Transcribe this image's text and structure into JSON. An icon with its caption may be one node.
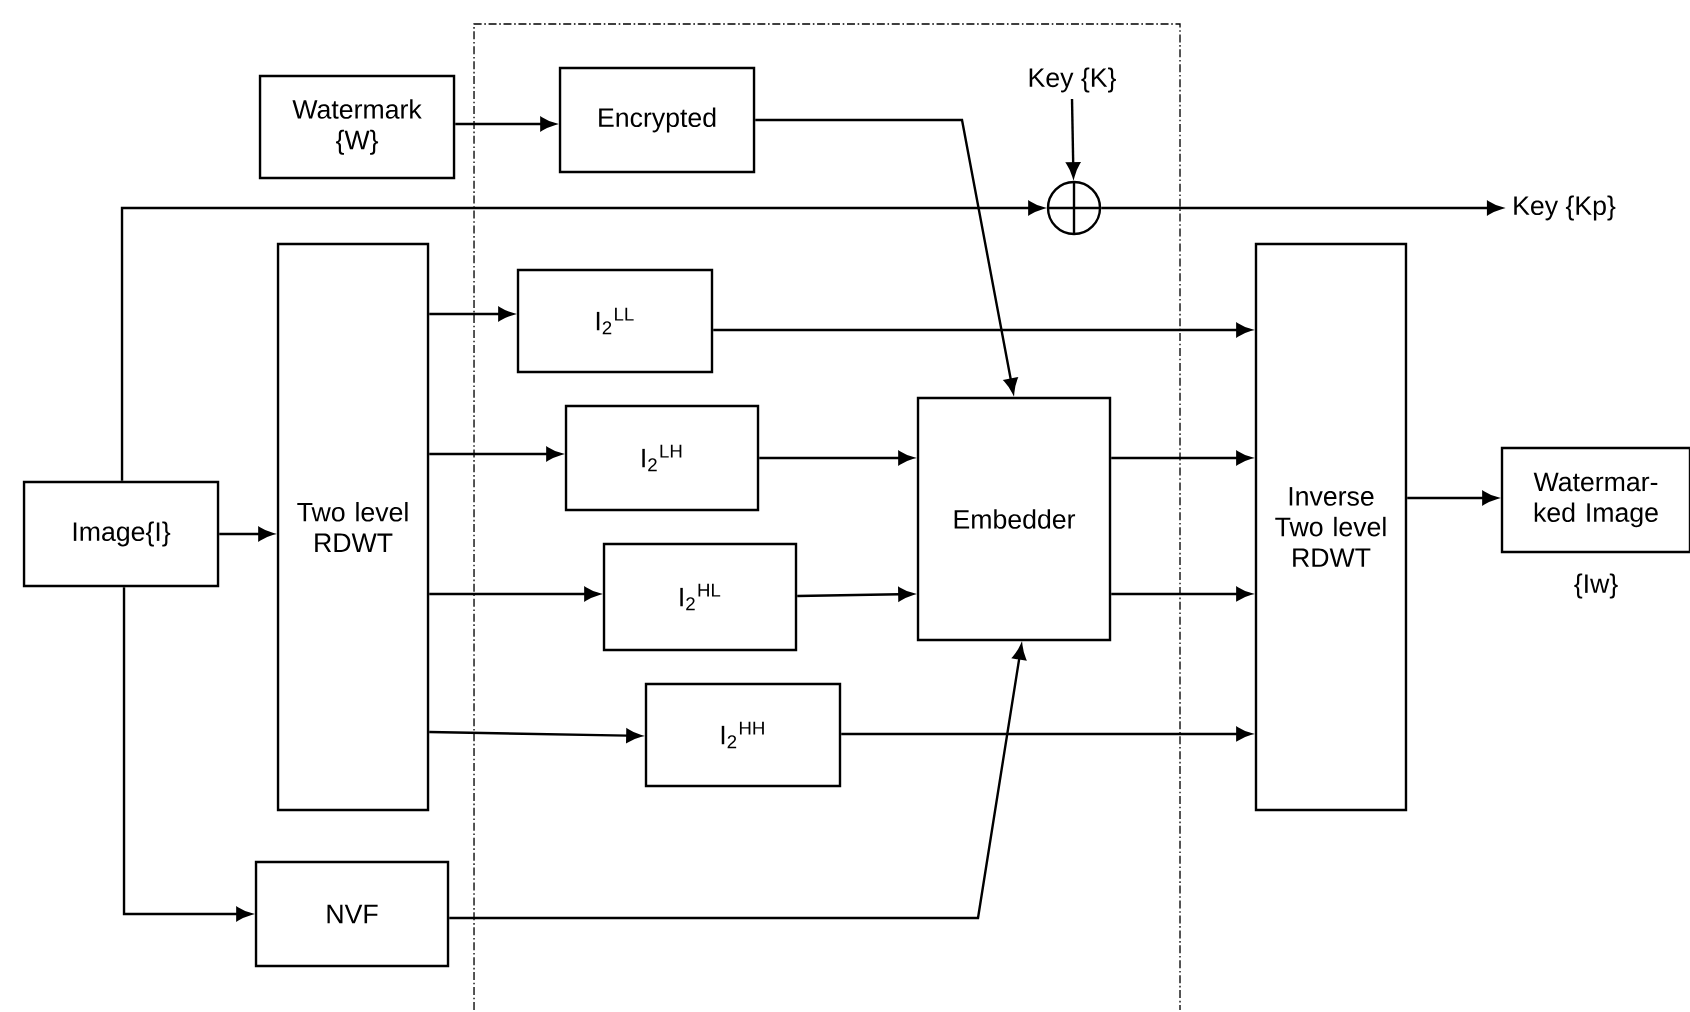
{
  "diagram": {
    "nodes": [
      {
        "text": [
          "Watermark {W}"
        ]
      },
      {
        "text": [
          "Encrypted"
        ]
      },
      {
        "text": [
          "Image{I}"
        ]
      },
      {
        "text": [
          "Two level RDWT"
        ]
      },
      {
        "text": [
          "I$_{2}$$^{LL}$"
        ]
      },
      {
        "text": [
          "I$_{2}$$^{LH}$"
        ]
      },
      {
        "text": [
          "I$_{2}$$^{HL}$"
        ]
      },
      {
        "text": [
          "I$_{2}$$^{HH}$"
        ]
      },
      {
        "text": [
          "NVF"
        ]
      },
      {
        "text": [
          "Embedder"
        ]
      },
      {
        "text": [
          "Inverse Two level RDWT"
        ]
      },
      {
        "text": [
          "Watermar- ked Image"
        ],
        "beside": [
          "{Iw}"
        ]
      },
      {
        "text": [],
        "shape": "circle"
      },
      {
        "text": [
          "Key {K}"
        ]
      },
      {
        "text": [
          "Key {Kp}"
        ]
      }
    ],
    "edges": [
      {
        "from": 0,
        "to": 1,
        "arrow": "to"
      },
      {
        "from": 1,
        "to": 9,
        "arrow": "to"
      },
      {
        "from": 2,
        "to": 3,
        "arrow": "to"
      },
      {
        "from": 3,
        "to": 4,
        "arrow": "to"
      },
      {
        "from": 3,
        "to": 5,
        "arrow": "to"
      },
      {
        "from": 3,
        "to": 6,
        "arrow": "to"
      },
      {
        "from": 3,
        "to": 7,
        "arrow": "to"
      },
      {
        "from": 2,
        "to": 12,
        "arrow": "to"
      },
      {
        "from": 13,
        "to": 12,
        "arrow": "to"
      },
      {
        "from": 12,
        "to": 14,
        "arrow": "to"
      },
      {
        "from": 2,
        "to": 8,
        "arrow": "to"
      },
      {
        "from": 8,
        "to": 9,
        "arrow": "to"
      },
      {
        "from": 4,
        "to": 10,
        "arrow": "to"
      },
      {
        "from": 5,
        "to": 9,
        "arrow": "to"
      },
      {
        "from": 6,
        "to": 9,
        "arrow": "to"
      },
      {
        "from": 9,
        "to": 10,
        "arrow": "to"
      },
      {
        "from": 9,
        "to": 10,
        "arrow": "to"
      },
      {
        "from": 7,
        "to": 10,
        "arrow": "to"
      },
      {
        "from": 10,
        "to": 11,
        "arrow": "to"
      }
    ]
  }
}
